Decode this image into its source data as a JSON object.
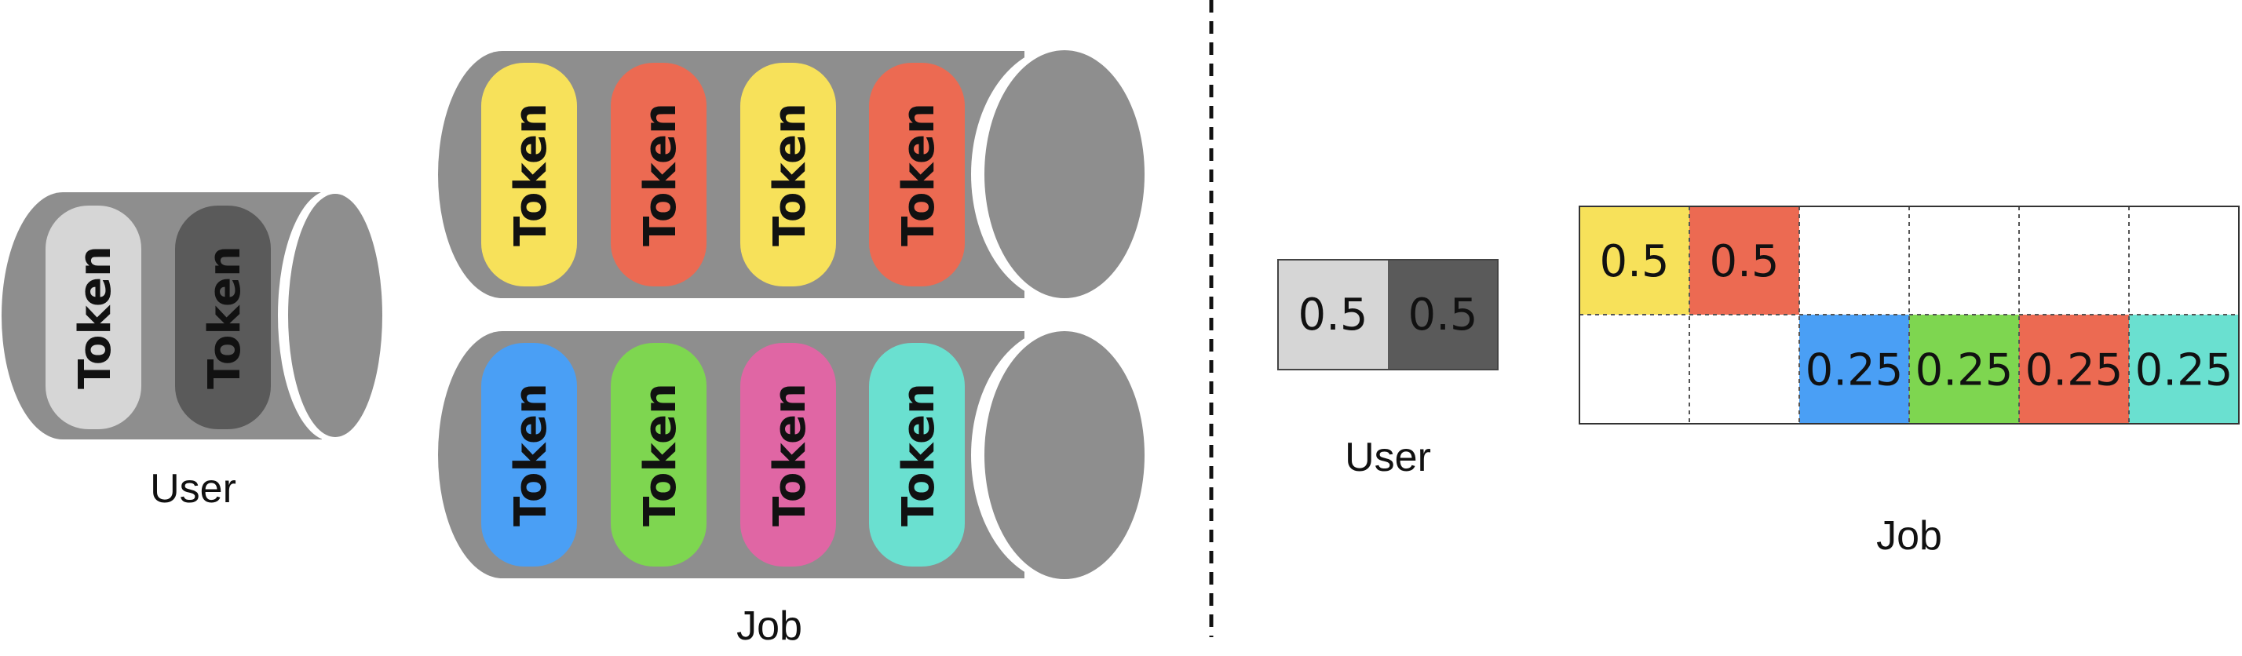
{
  "left": {
    "user": {
      "label": "User",
      "cylinder_color": "#8e8e8e",
      "tokens": [
        {
          "label": "Token",
          "color": "#d6d6d6"
        },
        {
          "label": "Token",
          "color": "#5a5a5a"
        }
      ]
    },
    "jobs": {
      "label": "Job",
      "cylinder_color": "#8e8e8e",
      "queues": [
        {
          "tokens": [
            {
              "label": "Token",
              "color": "#f7e15a"
            },
            {
              "label": "Token",
              "color": "#ec6a52"
            },
            {
              "label": "Token",
              "color": "#f7e15a"
            },
            {
              "label": "Token",
              "color": "#ec6a52"
            }
          ]
        },
        {
          "tokens": [
            {
              "label": "Token",
              "color": "#4a9ff5"
            },
            {
              "label": "Token",
              "color": "#7ed650"
            },
            {
              "label": "Token",
              "color": "#e066a4"
            },
            {
              "label": "Token",
              "color": "#6ae0d0"
            }
          ]
        }
      ]
    }
  },
  "right": {
    "user": {
      "label": "User",
      "cells": [
        {
          "value": "0.5",
          "color": "#d6d6d6"
        },
        {
          "value": "0.5",
          "color": "#5a5a5a"
        }
      ]
    },
    "job": {
      "label": "Job",
      "rows": [
        [
          {
            "value": "0.5",
            "color": "#f7e15a"
          },
          {
            "value": "0.5",
            "color": "#ec6a52"
          },
          {
            "value": "",
            "color": "#ffffff"
          },
          {
            "value": "",
            "color": "#ffffff"
          },
          {
            "value": "",
            "color": "#ffffff"
          },
          {
            "value": "",
            "color": "#ffffff"
          }
        ],
        [
          {
            "value": "",
            "color": "#ffffff"
          },
          {
            "value": "",
            "color": "#ffffff"
          },
          {
            "value": "0.25",
            "color": "#4a9ff5"
          },
          {
            "value": "0.25",
            "color": "#7ed650"
          },
          {
            "value": "0.25",
            "color": "#ec6a52"
          },
          {
            "value": "0.25",
            "color": "#6ae0d0"
          }
        ]
      ]
    }
  }
}
